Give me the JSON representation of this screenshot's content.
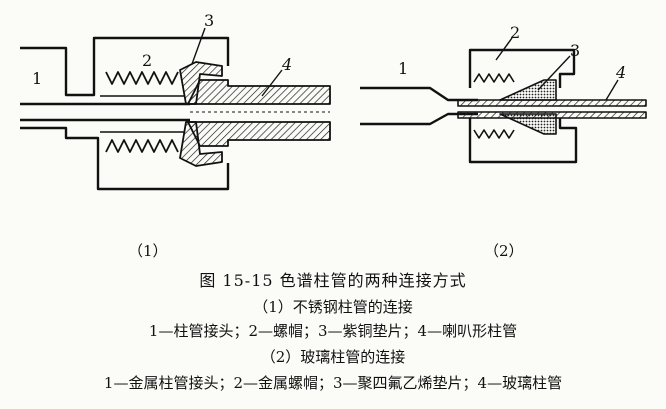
{
  "diagram_a": {
    "labels": [
      "1",
      "2",
      "3",
      "4"
    ],
    "sub_label": "（1）"
  },
  "diagram_b": {
    "labels": [
      "1",
      "2",
      "3",
      "4"
    ],
    "sub_label": "（2）"
  },
  "caption": {
    "figure_title": "图 15-15  色谱柱管的两种连接方式",
    "part1_title": "（1）不锈钢柱管的连接",
    "part1_legend": "1—柱管接头；2—螺帽；3—紫铜垫片；4—喇叭形柱管",
    "part2_title": "（2）玻璃柱管的连接",
    "part2_legend": "1—金属柱管接头；2—金属螺帽；3—聚四氟乙烯垫片；4—玻璃柱管"
  }
}
